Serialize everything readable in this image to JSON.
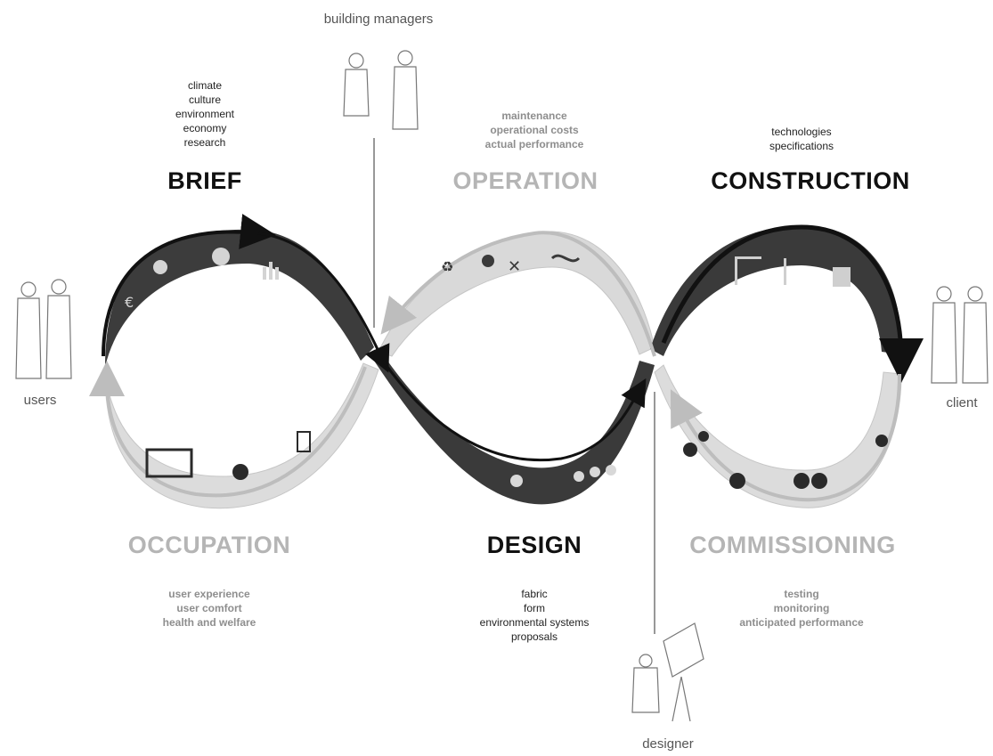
{
  "stages": {
    "brief": {
      "title": "BRIEF",
      "items": [
        "climate",
        "culture",
        "environment",
        "economy",
        "research"
      ]
    },
    "operation": {
      "title": "OPERATION",
      "items": [
        "maintenance",
        "operational costs",
        "actual performance"
      ]
    },
    "construction": {
      "title": "CONSTRUCTION",
      "items": [
        "technologies",
        "specifications"
      ]
    },
    "occupation": {
      "title": "OCCUPATION",
      "items": [
        "user experience",
        "user comfort",
        "health and welfare"
      ]
    },
    "design": {
      "title": "DESIGN",
      "items": [
        "fabric",
        "form",
        "environmental systems",
        "proposals"
      ]
    },
    "commissioning": {
      "title": "COMMISSIONING",
      "items": [
        "testing",
        "monitoring",
        "anticipated performance"
      ]
    }
  },
  "actors": {
    "building_managers": "building managers",
    "users": "users",
    "client": "client",
    "designer": "designer"
  },
  "colors": {
    "dark_band": "#3a3a3a",
    "light_band": "#d8d8d8",
    "dark_arrow": "#111111",
    "light_arrow": "#bdbdbd",
    "grey_heading": "#b5b5b5"
  }
}
